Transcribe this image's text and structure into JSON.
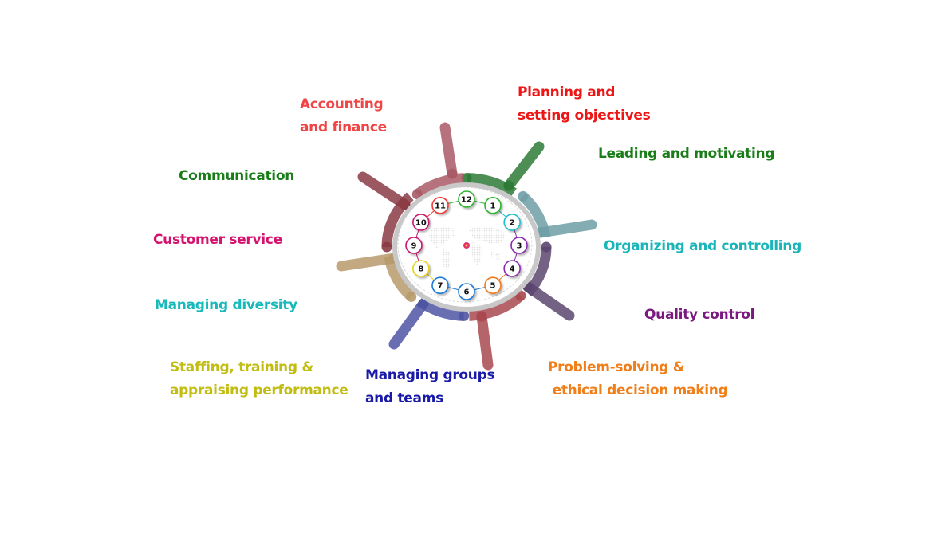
{
  "title": "Management skills clock diagram",
  "hub": {
    "icon": "world-map-icon",
    "center_dot_color": "#e0336e"
  },
  "items": [
    {
      "number": "1",
      "label_lines": [
        "Leading and motivating"
      ],
      "text_color": "#1a7d1a",
      "node_color": "#2db52d",
      "spoke_color": "#2e7a36"
    },
    {
      "number": "2",
      "label_lines": [
        "Organizing and controlling"
      ],
      "text_color": "#19b5b8",
      "node_color": "#1fc0cc",
      "spoke_color": "#6f9ea6"
    },
    {
      "number": "3",
      "label_lines": [
        "Quality control"
      ],
      "text_color": "#7a1a80",
      "node_color": "#8a2ab0",
      "spoke_color": "#5c4670"
    },
    {
      "number": "4",
      "label_lines": [
        "Problem-solving &",
        " ethical decision making"
      ],
      "text_color": "#f07f1a",
      "node_color": "#9b2ab5",
      "spoke_color": "#a8494f"
    },
    {
      "number": "5",
      "label_lines": [
        "Managing groups",
        "and teams"
      ],
      "text_color": "#1a1aa8",
      "node_color": "#f07a1a",
      "spoke_color": "#4e55a3"
    },
    {
      "number": "6",
      "label_lines": [
        "Staffing, training &",
        "appraising performance"
      ],
      "text_color": "#c2bd12",
      "node_color": "#1e7ad6",
      "spoke_color": "#b79a6b"
    },
    {
      "number": "7",
      "label_lines": [
        "Managing diversity"
      ],
      "text_color": "#17b9bb",
      "node_color": "#1e7ad6",
      "spoke_color": "#8a3b44"
    },
    {
      "number": "8",
      "label_lines": [
        "Customer service"
      ],
      "text_color": "#d4136e",
      "node_color": "#e6d21a",
      "spoke_color": "#a95b66"
    },
    {
      "number": "9",
      "label_lines": [
        "Communication"
      ],
      "text_color": "#1a7d1a",
      "node_color": "#c8136e",
      "spoke_color": "#a95b66"
    },
    {
      "number": "10",
      "label_lines": [
        "Accounting",
        "and finance"
      ],
      "text_color": "#f04545",
      "node_color": "#c8136e",
      "spoke_color": "#a95b66"
    },
    {
      "number": "11",
      "label_lines": [
        "Planning and",
        "setting objectives"
      ],
      "text_color": "#ee1515",
      "node_color": "#ee3a3a",
      "spoke_color": "#a95b66"
    },
    {
      "number": "12",
      "label_lines": [],
      "text_color": "#1a7d1a",
      "node_color": "#2db52d",
      "spoke_color": "#2e7a36"
    }
  ],
  "labels": [
    {
      "id": "planning",
      "lines": [
        "Planning and",
        "setting objectives"
      ],
      "color": "#ee1515"
    },
    {
      "id": "leading",
      "lines": [
        "Leading and motivating"
      ],
      "color": "#1a7d1a"
    },
    {
      "id": "organizing",
      "lines": [
        "Organizing and controlling"
      ],
      "color": "#19b5b8"
    },
    {
      "id": "quality",
      "lines": [
        "Quality control"
      ],
      "color": "#7a1a80"
    },
    {
      "id": "problem",
      "lines": [
        "Problem-solving &",
        " ethical decision making"
      ],
      "color": "#f07f1a"
    },
    {
      "id": "groups",
      "lines": [
        "Managing groups",
        "and teams"
      ],
      "color": "#1a1aa8"
    },
    {
      "id": "staffing",
      "lines": [
        "Staffing, training &",
        "appraising performance"
      ],
      "color": "#c2bd12"
    },
    {
      "id": "diversity",
      "lines": [
        "Managing diversity"
      ],
      "color": "#17b9bb"
    },
    {
      "id": "customer",
      "lines": [
        "Customer service"
      ],
      "color": "#d4136e"
    },
    {
      "id": "communication",
      "lines": [
        "Communication"
      ],
      "color": "#1a7d1a"
    },
    {
      "id": "accounting",
      "lines": [
        "Accounting",
        "and finance"
      ],
      "color": "#f04545"
    }
  ],
  "clock_numbers": [
    "12",
    "1",
    "2",
    "3",
    "4",
    "5",
    "6",
    "7",
    "8",
    "9",
    "10",
    "11"
  ],
  "clock_colors": [
    "#2db52d",
    "#2db52d",
    "#1fc0cc",
    "#8a2ab0",
    "#8a2ab0",
    "#f07a1a",
    "#1e7ad6",
    "#1e7ad6",
    "#e6d21a",
    "#c8136e",
    "#c8136e",
    "#ee3a3a"
  ],
  "arcs": [
    {
      "id": "planning",
      "color": "#2e7a36"
    },
    {
      "id": "organizing",
      "color": "#6f9ea6"
    },
    {
      "id": "quality",
      "color": "#5c4670"
    },
    {
      "id": "problem",
      "color": "#a8494f"
    },
    {
      "id": "groups",
      "color": "#4e55a3"
    },
    {
      "id": "staffing",
      "color": "#b79a6b"
    },
    {
      "id": "customer",
      "color": "#8a3b44"
    },
    {
      "id": "accounting",
      "color": "#a95b66"
    }
  ]
}
